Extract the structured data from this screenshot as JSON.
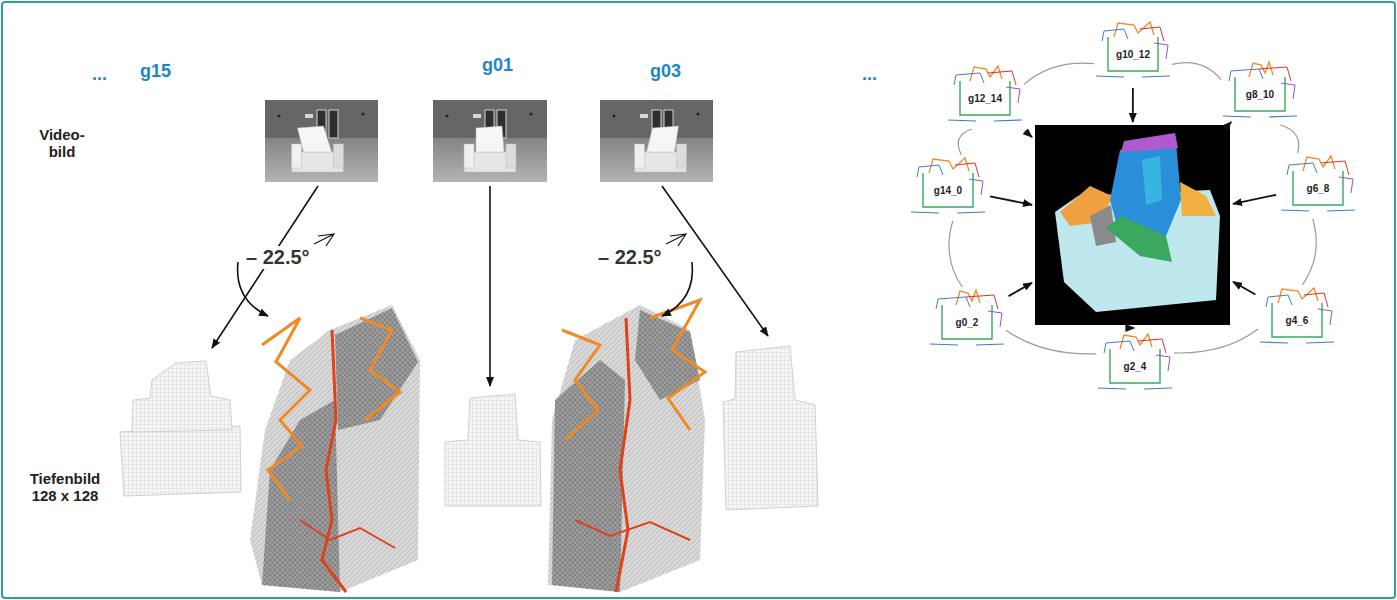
{
  "diagram": {
    "nodes": [
      {
        "text": [
          "g15"
        ]
      },
      {
        "text": [
          "g01"
        ]
      },
      {
        "text": [
          "g03"
        ]
      },
      {
        "text": [
          "g10_12"
        ]
      },
      {
        "text": [
          "g12_14"
        ]
      },
      {
        "text": [
          "g8_10"
        ]
      },
      {
        "text": [
          "g14_0"
        ]
      },
      {
        "text": [
          "g6_8"
        ]
      },
      {
        "text": [
          "g0_2"
        ]
      },
      {
        "text": [
          "g4_6"
        ]
      },
      {
        "text": [
          "g2_4"
        ]
      }
    ],
    "edges": [
      {
        "from": 3,
        "to": 5,
        "arrow": "none"
      },
      {
        "from": 5,
        "to": 7,
        "arrow": "none"
      },
      {
        "from": 7,
        "to": 9,
        "arrow": "none"
      },
      {
        "from": 9,
        "to": 10,
        "arrow": "none"
      },
      {
        "from": 10,
        "to": 8,
        "arrow": "none"
      },
      {
        "from": 8,
        "to": 6,
        "arrow": "none"
      },
      {
        "from": 6,
        "to": 4,
        "arrow": "none"
      },
      {
        "from": 4,
        "to": 3,
        "arrow": "none"
      }
    ],
    "labels": [
      "...",
      "...",
      "Video- bild",
      "Tiefenbild 128 x 128",
      "– 22.5°",
      "– 22.5°"
    ]
  }
}
